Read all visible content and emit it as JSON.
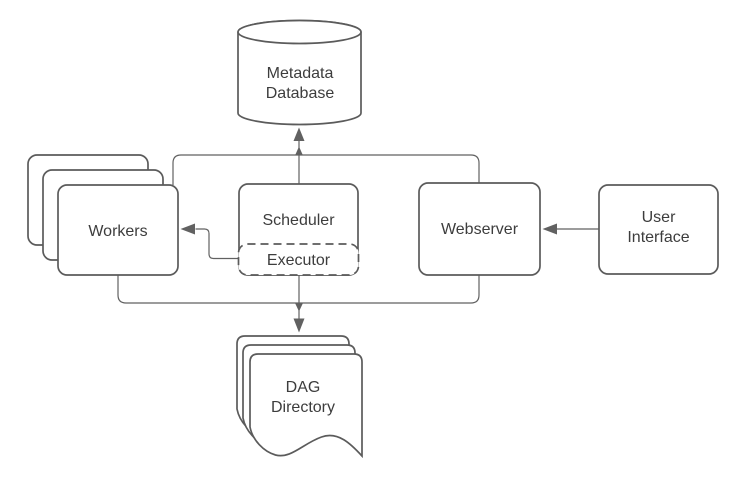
{
  "colors": {
    "background": "#ffffff",
    "shape_fill": "#ffffff",
    "shape_stroke": "#5b5b5b",
    "connector": "#616161",
    "text": "#3d3d3d"
  },
  "nodes": {
    "metadata_db": {
      "shape": "cylinder",
      "lines": [
        "Metadata",
        "Database"
      ]
    },
    "workers": {
      "shape": "stacked-rounded-rectangles",
      "label": "Workers"
    },
    "scheduler": {
      "shape": "rounded-rectangle",
      "label": "Scheduler"
    },
    "executor": {
      "shape": "dashed-rounded-rectangle",
      "label": "Executor"
    },
    "webserver": {
      "shape": "rounded-rectangle",
      "label": "Webserver"
    },
    "user_interface": {
      "shape": "rounded-rectangle",
      "lines": [
        "User",
        "Interface"
      ]
    },
    "dag_directory": {
      "shape": "stacked-documents",
      "lines": [
        "DAG",
        "Directory"
      ]
    }
  },
  "edges": [
    {
      "from": "scheduler",
      "to": "metadata_db",
      "arrow": "into-metadata-db"
    },
    {
      "from": "workers",
      "to": "metadata_db",
      "arrow": "at-top-junction"
    },
    {
      "from": "webserver",
      "to": "metadata_db",
      "arrow": "at-top-junction"
    },
    {
      "from": "executor",
      "to": "workers",
      "arrow": "into-workers"
    },
    {
      "from": "user_interface",
      "to": "webserver",
      "arrow": "into-webserver"
    },
    {
      "from": "executor",
      "to": "dag_directory",
      "arrow": "into-dag-directory"
    },
    {
      "from": "workers",
      "to": "dag_directory",
      "arrow": "at-bottom-junction"
    },
    {
      "from": "webserver",
      "to": "dag_directory",
      "arrow": "at-bottom-junction"
    }
  ]
}
